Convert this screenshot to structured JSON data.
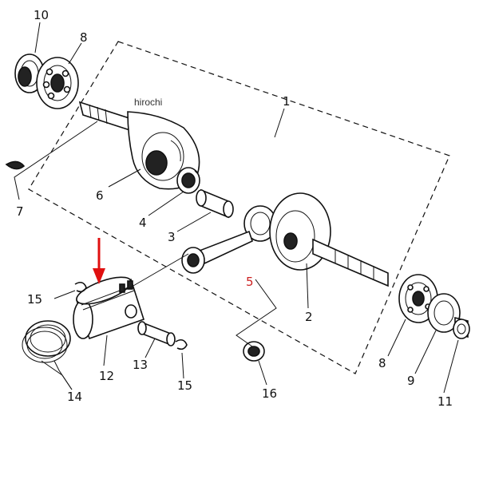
{
  "watermark": "hirochi",
  "labels": {
    "p1": "1",
    "p2": "2",
    "p3": "3",
    "p4": "4",
    "p5": "5",
    "p6": "6",
    "p7": "7",
    "p8a": "8",
    "p8b": "8",
    "p9": "9",
    "p10": "10",
    "p11": "11",
    "p12": "12",
    "p13": "13",
    "p14": "14",
    "p15a": "15",
    "p15b": "15",
    "p16": "16"
  },
  "colors": {
    "ink": "#111111",
    "highlight": "#e01010",
    "background": "#ffffff"
  },
  "indicator": "arrow-pointing-to-piston"
}
